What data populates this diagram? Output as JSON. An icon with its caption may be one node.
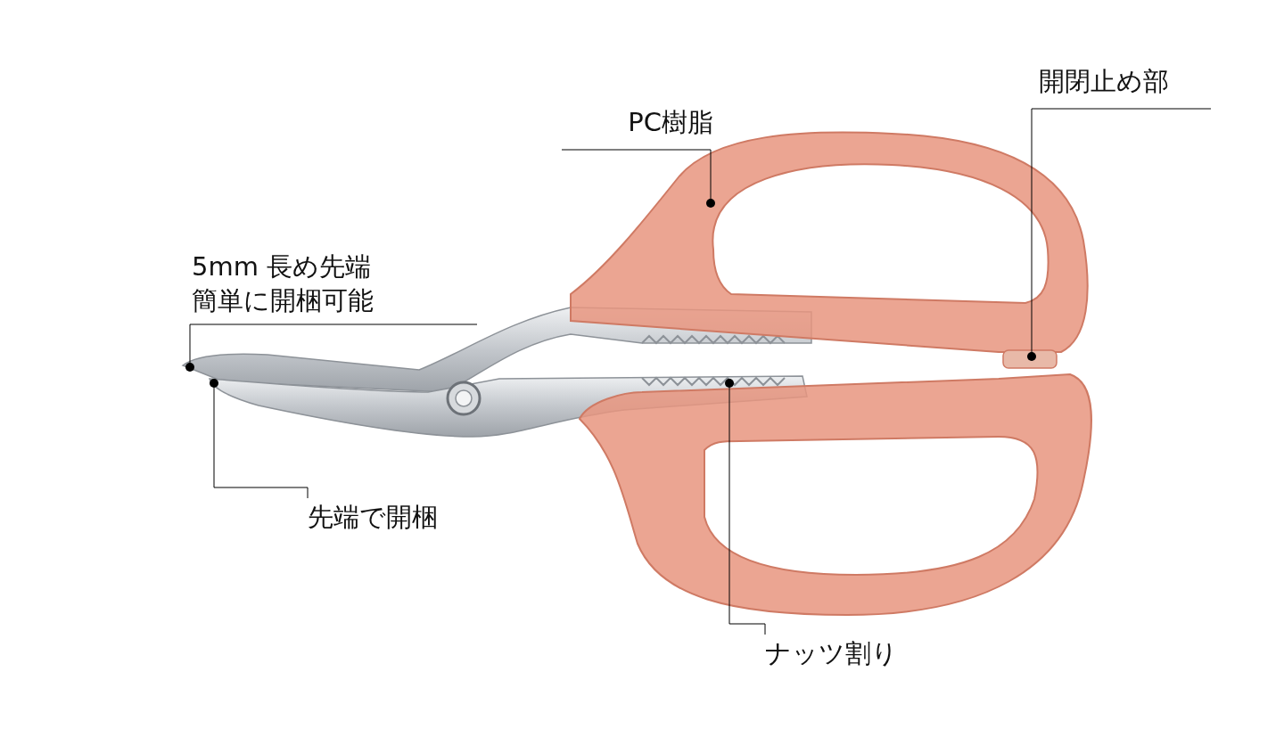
{
  "diagram": {
    "nodes": [
      {
        "text": [
          "PC樹脂"
        ]
      },
      {
        "text": [
          "開閉止め部"
        ]
      },
      {
        "text": [
          "5mm 長め先端",
          "簡単に開梱可能"
        ]
      },
      {
        "text": [
          "先端で開梱"
        ]
      },
      {
        "text": [
          "ナッツ割り"
        ]
      }
    ],
    "edges": [
      {
        "from": 0,
        "to": null,
        "arrow": "other"
      },
      {
        "from": 1,
        "to": null,
        "arrow": "other"
      },
      {
        "from": 2,
        "to": null,
        "arrow": "other"
      },
      {
        "from": 3,
        "to": null,
        "arrow": "other"
      },
      {
        "from": 4,
        "to": null,
        "arrow": "other"
      }
    ]
  }
}
